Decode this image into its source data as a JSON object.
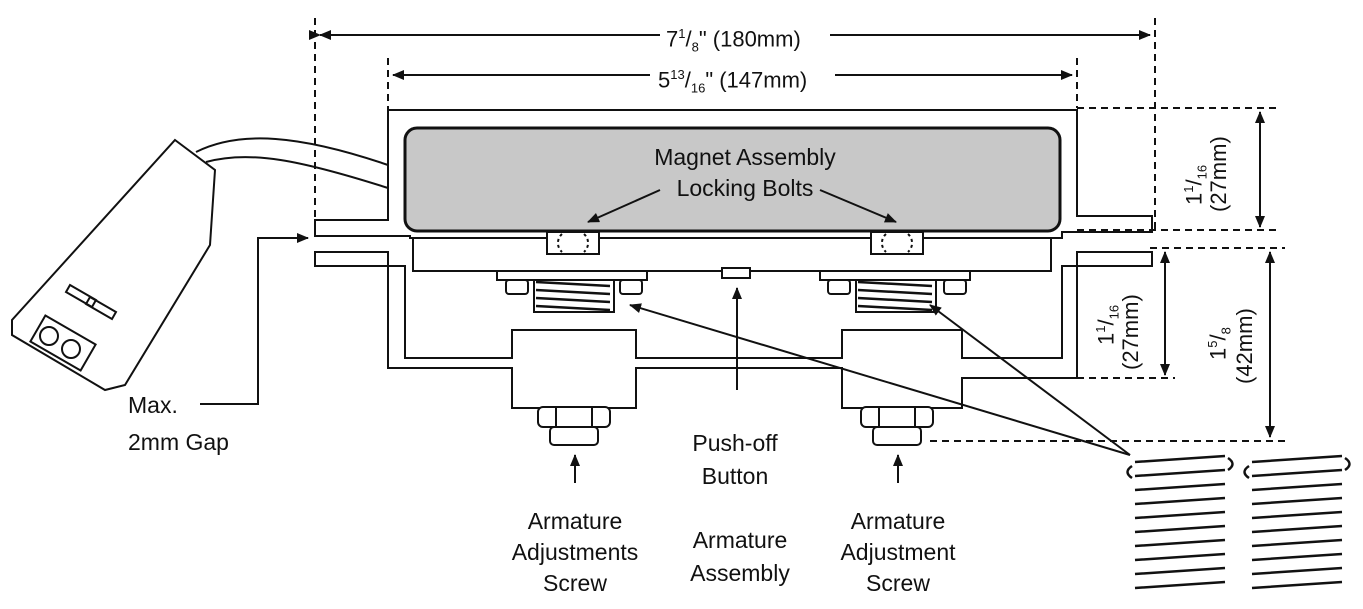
{
  "dimensions": {
    "overall_width": {
      "int": "7",
      "num": "1",
      "den": "8",
      "suffix": "\" (180mm)"
    },
    "inner_width": {
      "int": "5",
      "num": "13",
      "den": "16",
      "suffix": "\" (147mm)"
    },
    "magnet_height": {
      "int": "1",
      "num": "1",
      "den": "16",
      "metric": "(27mm)"
    },
    "armature_height": {
      "int": "1",
      "num": "1",
      "den": "16",
      "metric": "(27mm)"
    },
    "armature_total": {
      "int": "1",
      "num": "5",
      "den": "8",
      "metric": "(42mm)"
    }
  },
  "labels": {
    "magnet_locking_bolts": [
      "Magnet Assembly",
      "Locking Bolts"
    ],
    "max_gap": [
      "Max.",
      "2mm Gap"
    ],
    "push_off": [
      "Push-off",
      "Button"
    ],
    "armature_assembly": [
      "Armature",
      "Assembly"
    ],
    "armature_screw_left": [
      "Armature",
      "Adjustments",
      "Screw"
    ],
    "armature_screw_right": [
      "Armature",
      "Adjustment",
      "Screw"
    ]
  },
  "colors": {
    "line": "#111111",
    "magnet_fill": "#c8c8c8",
    "background": "#ffffff"
  }
}
